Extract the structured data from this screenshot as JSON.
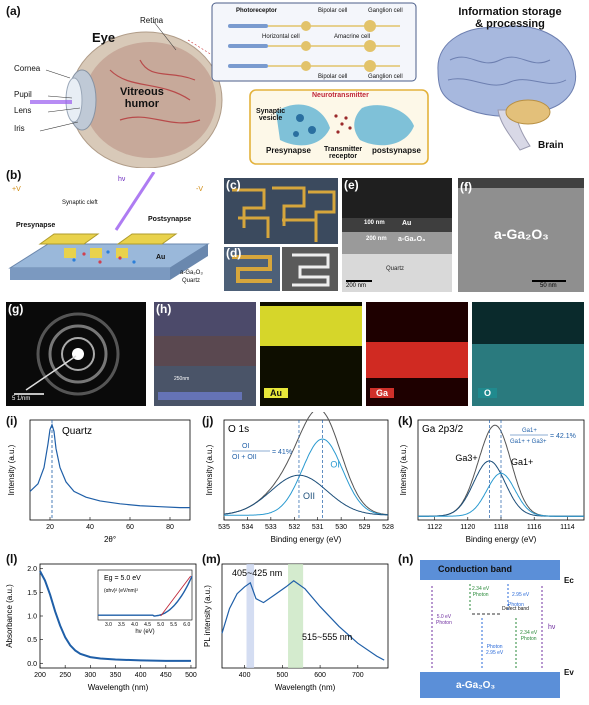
{
  "a": {
    "label": "(a)",
    "eye_title": "Eye",
    "retina": "Retina",
    "cornea": "Cornea",
    "pupil": "Pupil",
    "lens": "Lens",
    "iris": "Iris",
    "vitreous": "Vitreous",
    "humor": "humor",
    "photoreceptor": "Photoreceptor",
    "bipolar_cell": "Bipolar cell",
    "ganglion_cell": "Ganglion cell",
    "horizontal_cell": "Horizontal cell",
    "amacrine_cell": "Amacrine cell",
    "bipolar_cell_b": "Bipolar cell",
    "ganglion_cell_b": "Ganglion cell",
    "neurotransmitter": "Neurotransmitter",
    "synaptic_vesicle_1": "Synaptic",
    "synaptic_vesicle_2": "vesicle",
    "presynapse": "Presynapse",
    "postsynapse": "postsynapse",
    "transmitter": "Transmitter",
    "receptor": "receptor",
    "info_1": "Information storage",
    "info_2": "& processing",
    "brain": "Brain"
  },
  "b": {
    "label": "(b)",
    "hv": "hν",
    "plus_v": "+V",
    "minus_v": "-V",
    "synaptic_cleft": "Synaptic cleft",
    "presynapse": "Presynapse",
    "postsynapse": "Postsynapse",
    "au": "Au",
    "material": "a-Ga₂O₃",
    "quartz": "Quartz"
  },
  "c": {
    "label": "(c)"
  },
  "d": {
    "label": "(d)"
  },
  "e": {
    "label": "(e)",
    "thick_au": "100 nm",
    "au": "Au",
    "thick_ga": "200 nm",
    "ga": "a-Ga₂O₃",
    "quartz": "Quartz",
    "scale": "200 nm"
  },
  "f": {
    "label": "(f)",
    "text": "a-Ga₂O₃",
    "scale": "50 nm"
  },
  "g": {
    "label": "(g)",
    "scale": "5 1/nm"
  },
  "h": {
    "label": "(h)",
    "scale": "250nm",
    "au": "Au",
    "ga": "Ga",
    "o": "O"
  },
  "i": {
    "label": "(i)",
    "annotation": "Quartz",
    "ylabel": "Intensity (a.u.)",
    "xlabel": "2θ°",
    "xticks": [
      "20",
      "40",
      "60",
      "80"
    ]
  },
  "j": {
    "label": "(j)",
    "title": "O 1s",
    "ratio_num": "OI",
    "ratio_den": "OI + OII",
    "ratio_val": "= 41%",
    "peak_i": "OI",
    "peak_ii": "OII",
    "ylabel": "Intensity (a.u.)",
    "xlabel": "Binding energy (eV)",
    "xticks": [
      "535",
      "534",
      "533",
      "532",
      "531",
      "530",
      "529",
      "528"
    ]
  },
  "k": {
    "label": "(k)",
    "title": "Ga 2p3/2",
    "ratio_num": "Ga1+",
    "ratio_den": "Ga1+ + Ga3+",
    "ratio_val": "= 42.1%",
    "peak_3": "Ga3+",
    "peak_1": "Ga1+",
    "ylabel": "Intensity (a.u.)",
    "xlabel": "Binding energy (eV)",
    "xticks": [
      "1122",
      "1120",
      "1118",
      "1116",
      "1114"
    ]
  },
  "l": {
    "label": "(l)",
    "ylabel": "Absorbance (a.u.)",
    "xlabel": "Wavelength (nm)",
    "xticks": [
      "200",
      "250",
      "300",
      "350",
      "400",
      "450",
      "500"
    ],
    "yticks": [
      "0.0",
      "0.5",
      "1.0",
      "1.5",
      "2.0"
    ],
    "inset_eg": "Eg = 5.0 eV",
    "inset_ylabel": "(αhν)² (eV/nm)²",
    "inset_xlabel": "hν (eV)",
    "inset_xticks": [
      "3.0",
      "3.5",
      "4.0",
      "4.5",
      "5.0",
      "5.5",
      "6.0"
    ]
  },
  "m": {
    "label": "(m)",
    "band1": "405~425 nm",
    "band2": "515~555 nm",
    "ylabel": "PL intensity (a.u.)",
    "xlabel": "Wavelength (nm)",
    "xticks": [
      "400",
      "500",
      "600",
      "700"
    ]
  },
  "n": {
    "label": "(n)",
    "conduction": "Conduction band",
    "valence": "a-Ga₂O₃",
    "ec": "Ec",
    "ev": "Ev",
    "defect": "Defect band",
    "hv": "hν",
    "e1": "5.0 eV",
    "e1b": "Photon",
    "e2": "2.34 eV",
    "e2b": "Photon",
    "e3": "Photon",
    "e3b": "2.95 eV",
    "e4": "2.95 eV",
    "e5": "Photon",
    "e5b": "2.34 eV",
    "e6": "Photon"
  },
  "chart_data": [
    {
      "id": "i",
      "type": "line",
      "xlabel": "2θ°",
      "ylabel": "Intensity (a.u.)",
      "xlim": [
        10,
        90
      ],
      "series": [
        {
          "x": [
            10,
            14,
            17,
            19,
            20,
            21,
            22,
            23,
            25,
            28,
            32,
            38,
            45,
            55,
            65,
            75,
            85,
            90
          ],
          "y": [
            0.3,
            0.38,
            0.55,
            0.8,
            0.95,
            1.0,
            0.93,
            0.75,
            0.55,
            0.4,
            0.3,
            0.24,
            0.2,
            0.17,
            0.15,
            0.14,
            0.13,
            0.13
          ]
        }
      ],
      "markers": [
        {
          "x": 21,
          "label": "Quartz"
        }
      ]
    },
    {
      "id": "j",
      "type": "line",
      "xlabel": "Binding energy (eV)",
      "ylabel": "Intensity (a.u.)",
      "xlim": [
        535,
        528
      ],
      "series": [
        {
          "name": "OI",
          "center": 530.8,
          "height": 0.8,
          "width": 0.85
        },
        {
          "name": "OII",
          "center": 531.8,
          "height": 0.42,
          "width": 1.2
        }
      ],
      "markers": [
        {
          "x": 531.8
        },
        {
          "x": 530.8
        }
      ]
    },
    {
      "id": "k",
      "type": "line",
      "xlabel": "Binding energy (eV)",
      "ylabel": "Intensity (a.u.)",
      "xlim": [
        1123,
        1113
      ],
      "series": [
        {
          "name": "Ga3+",
          "center": 1118.7,
          "height": 0.58,
          "width": 0.95
        },
        {
          "name": "Ga1+",
          "center": 1118.0,
          "height": 0.45,
          "width": 0.85
        }
      ],
      "markers": [
        {
          "x": 1118.7
        },
        {
          "x": 1118.0
        }
      ]
    },
    {
      "id": "l",
      "type": "line",
      "xlabel": "Wavelength (nm)",
      "ylabel": "Absorbance (a.u.)",
      "xlim": [
        200,
        510
      ],
      "ylim": [
        -0.1,
        2.1
      ],
      "series": [
        {
          "x": [
            200,
            210,
            220,
            230,
            240,
            250,
            260,
            270,
            280,
            300,
            320,
            350,
            400,
            450,
            500
          ],
          "y": [
            1.95,
            1.75,
            1.45,
            1.1,
            0.8,
            0.55,
            0.38,
            0.27,
            0.2,
            0.13,
            0.1,
            0.08,
            0.06,
            0.05,
            0.05
          ]
        }
      ],
      "inset": {
        "xlim": [
          2.6,
          6.2
        ],
        "eg": 5.0
      }
    },
    {
      "id": "m",
      "type": "line",
      "xlabel": "Wavelength (nm)",
      "ylabel": "PL intensity (a.u.)",
      "xlim": [
        340,
        780
      ],
      "series": [
        {
          "x": [
            340,
            360,
            380,
            400,
            415,
            430,
            450,
            480,
            510,
            530,
            560,
            600,
            650,
            700,
            750,
            770
          ],
          "y": [
            0.35,
            0.6,
            0.75,
            0.82,
            0.86,
            0.7,
            0.66,
            0.74,
            0.82,
            0.88,
            0.8,
            0.62,
            0.42,
            0.25,
            0.12,
            0.08
          ]
        }
      ],
      "bands": [
        [
          405,
          425
        ],
        [
          515,
          555
        ]
      ]
    }
  ]
}
